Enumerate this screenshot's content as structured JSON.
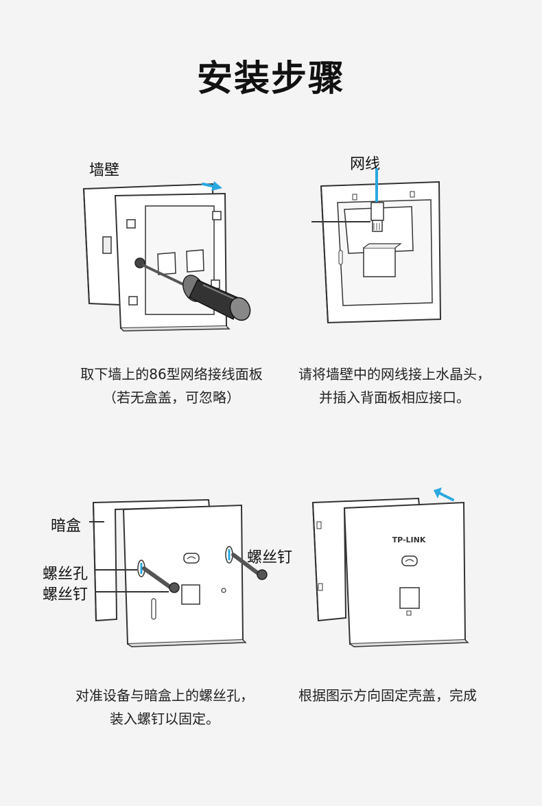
{
  "page_title": "安装步骤",
  "steps": [
    {
      "labels": {
        "wall": "墙壁"
      },
      "caption_lines": [
        "取下墙上的86型网络接线面板",
        "（若无盒盖，可忽略）"
      ]
    },
    {
      "labels": {
        "cable": "网线"
      },
      "caption_lines": [
        "请将墙壁中的网线接上水晶头，",
        "并插入背面板相应接口。"
      ]
    },
    {
      "labels": {
        "box": "暗盒",
        "hole": "螺丝孔",
        "screw_left": "螺丝钉",
        "screw_right": "螺丝钉"
      },
      "caption_lines": [
        "对准设备与暗盒上的螺丝孔，",
        "装入螺钉以固定。"
      ]
    },
    {
      "labels": {
        "brand": "TP-LINK"
      },
      "caption_lines": [
        "根据图示方向固定壳盖，完成"
      ]
    }
  ],
  "colors": {
    "accent": "#2aa8e0",
    "line": "#333333",
    "panel": "#ffffff"
  }
}
